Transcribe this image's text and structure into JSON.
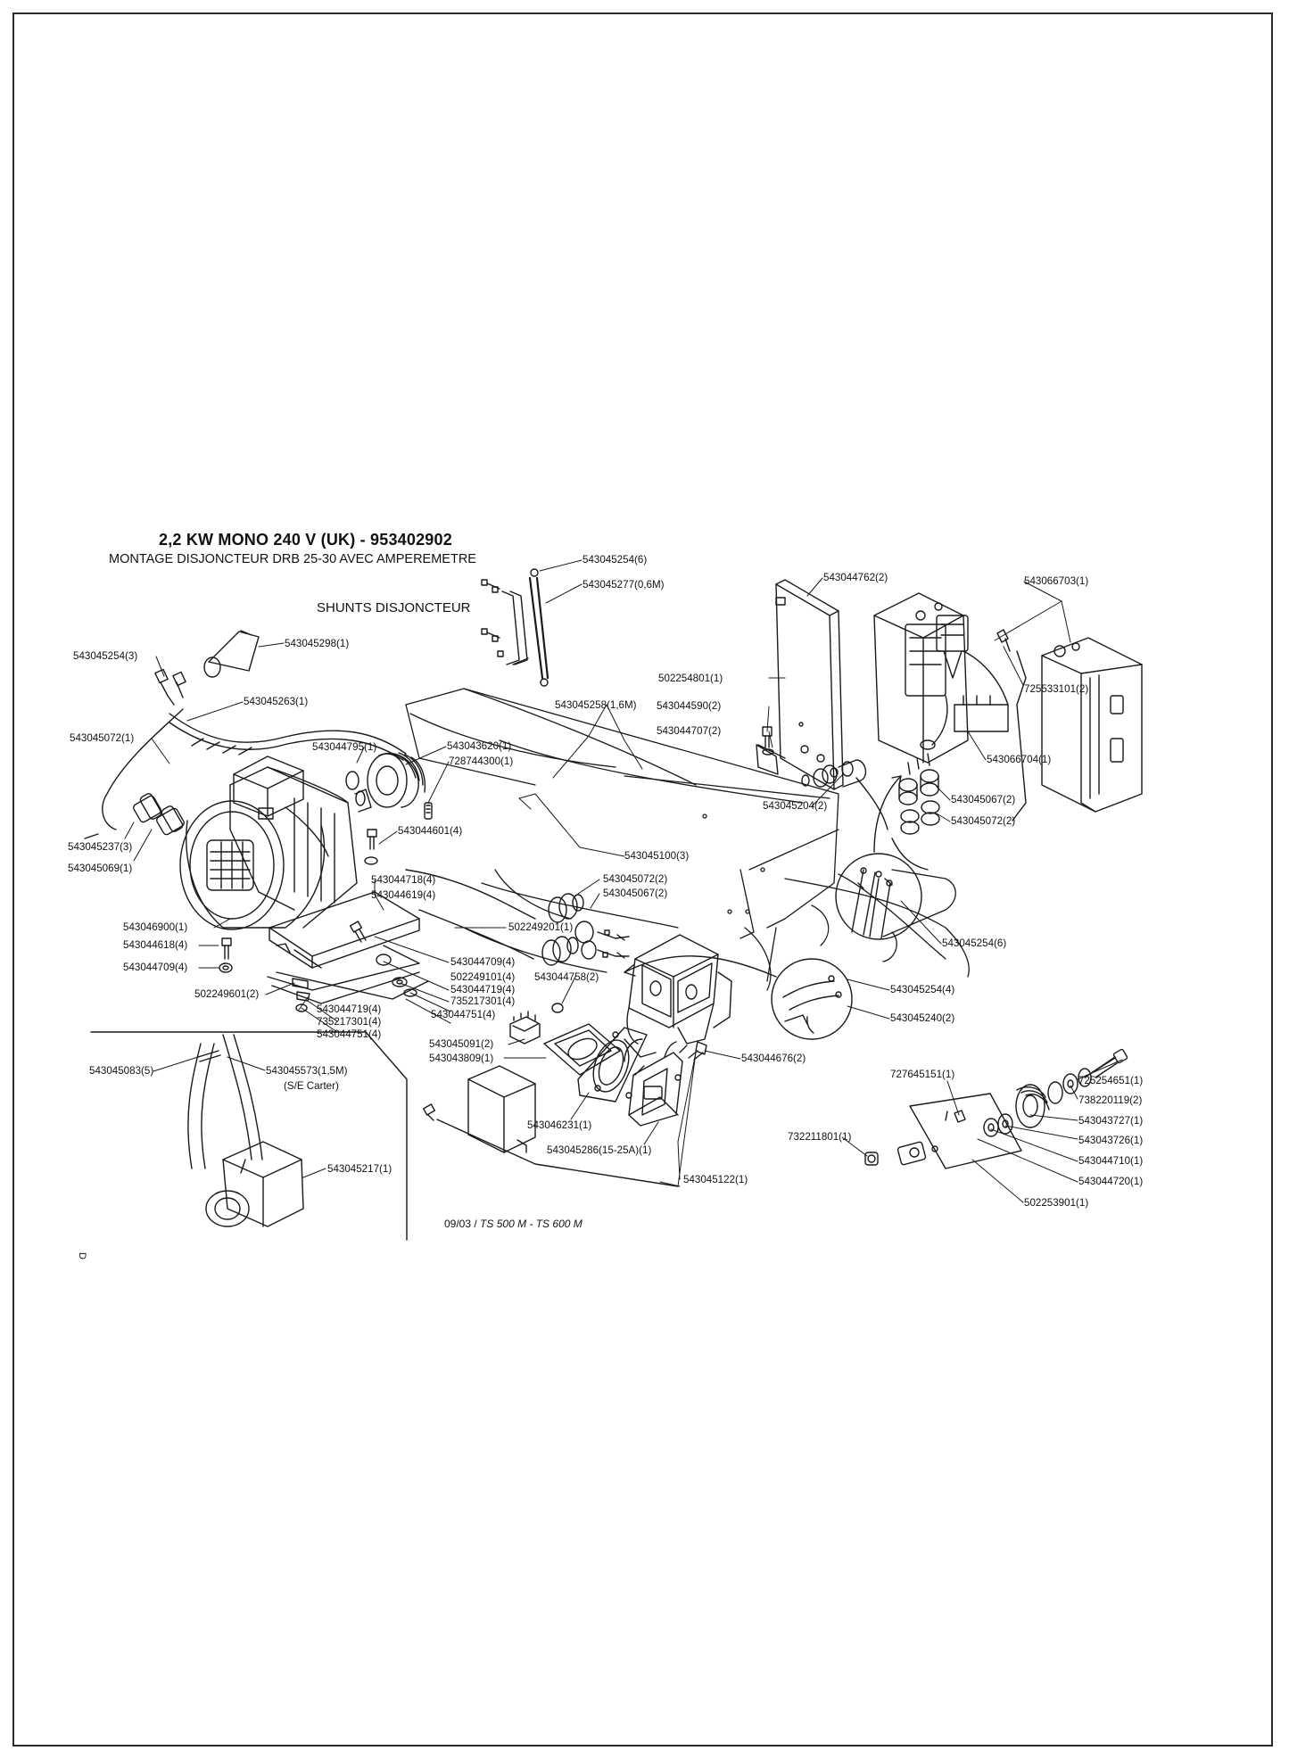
{
  "title": "2,2 KW MONO 240 V (UK) - 953402902",
  "subtitle": "MONTAGE DISJONCTEUR DRB 25-30 AVEC AMPEREMETRE",
  "section_label": "SHUNTS DISJONCTEUR",
  "footer": {
    "date": "09/03 /",
    "models": "TS 500 M - TS 600 M"
  },
  "side_letter": "D",
  "parts": [
    {
      "id": "p1",
      "text": "543045254(6)"
    },
    {
      "id": "p2",
      "text": "543045277(0,6M)"
    },
    {
      "id": "p3",
      "text": "543044762(2)"
    },
    {
      "id": "p4",
      "text": "543066703(1)"
    },
    {
      "id": "p5",
      "text": "543045254(3)"
    },
    {
      "id": "p6",
      "text": "543045298(1)"
    },
    {
      "id": "p7",
      "text": "502254801(1)"
    },
    {
      "id": "p8",
      "text": "725533101(2)"
    },
    {
      "id": "p9",
      "text": "543045263(1)"
    },
    {
      "id": "p10",
      "text": "543045258(1,6M)"
    },
    {
      "id": "p11",
      "text": "543044590(2)"
    },
    {
      "id": "p12",
      "text": "543045072(1)"
    },
    {
      "id": "p13",
      "text": "543044707(2)"
    },
    {
      "id": "p14",
      "text": "543044795(1)"
    },
    {
      "id": "p15",
      "text": "543043620(1)"
    },
    {
      "id": "p16",
      "text": "728744300(1)"
    },
    {
      "id": "p17",
      "text": "543066704(1)"
    },
    {
      "id": "p18",
      "text": "543045204(2)"
    },
    {
      "id": "p19",
      "text": "543045067(2)"
    },
    {
      "id": "p20",
      "text": "543045072(2)"
    },
    {
      "id": "p21",
      "text": "543045237(3)"
    },
    {
      "id": "p22",
      "text": "543044601(4)"
    },
    {
      "id": "p23",
      "text": "543045069(1)"
    },
    {
      "id": "p24",
      "text": "543045100(3)"
    },
    {
      "id": "p25",
      "text": "543044718(4)"
    },
    {
      "id": "p26",
      "text": "543044619(4)"
    },
    {
      "id": "p27",
      "text": "543045072(2)"
    },
    {
      "id": "p28",
      "text": "543045067(2)"
    },
    {
      "id": "p29",
      "text": "543045254(6)"
    },
    {
      "id": "p30",
      "text": "543046900(1)"
    },
    {
      "id": "p31",
      "text": "502249201(1)"
    },
    {
      "id": "p32",
      "text": "543044618(4)"
    },
    {
      "id": "p33",
      "text": "543044709(4)"
    },
    {
      "id": "p34",
      "text": "543044709(4)"
    },
    {
      "id": "p35",
      "text": "543044758(2)"
    },
    {
      "id": "p36",
      "text": "502249101(4)"
    },
    {
      "id": "p37",
      "text": "543045254(4)"
    },
    {
      "id": "p38",
      "text": "543044719(4)"
    },
    {
      "id": "p39",
      "text": "502249601(2)"
    },
    {
      "id": "p40",
      "text": "735217301(4)"
    },
    {
      "id": "p41",
      "text": "543044751(4)"
    },
    {
      "id": "p42",
      "text": "543044719(4)"
    },
    {
      "id": "p43",
      "text": "543045240(2)"
    },
    {
      "id": "p44",
      "text": "735217301(4)"
    },
    {
      "id": "p45",
      "text": "543044751(4)"
    },
    {
      "id": "p46",
      "text": "543045091(2)"
    },
    {
      "id": "p47",
      "text": "543043809(1)"
    },
    {
      "id": "p48",
      "text": "543044676(2)"
    },
    {
      "id": "p49",
      "text": "725254651(1)"
    },
    {
      "id": "p50",
      "text": "543045083(5)"
    },
    {
      "id": "p51",
      "text": "543045573(1,5M)"
    },
    {
      "id": "p52",
      "text": "(S/E Carter)"
    },
    {
      "id": "p53",
      "text": "727645151(1)"
    },
    {
      "id": "p54",
      "text": "738220119(2)"
    },
    {
      "id": "p55",
      "text": "543043727(1)"
    },
    {
      "id": "p56",
      "text": "543046231(1)"
    },
    {
      "id": "p57",
      "text": "732211801(1)"
    },
    {
      "id": "p58",
      "text": "543043726(1)"
    },
    {
      "id": "p59",
      "text": "543045286(15-25A)(1)"
    },
    {
      "id": "p60",
      "text": "543045217(1)"
    },
    {
      "id": "p61",
      "text": "543044710(1)"
    },
    {
      "id": "p62",
      "text": "543044720(1)"
    },
    {
      "id": "p63",
      "text": "543045122(1)"
    },
    {
      "id": "p64",
      "text": "502253901(1)"
    }
  ]
}
